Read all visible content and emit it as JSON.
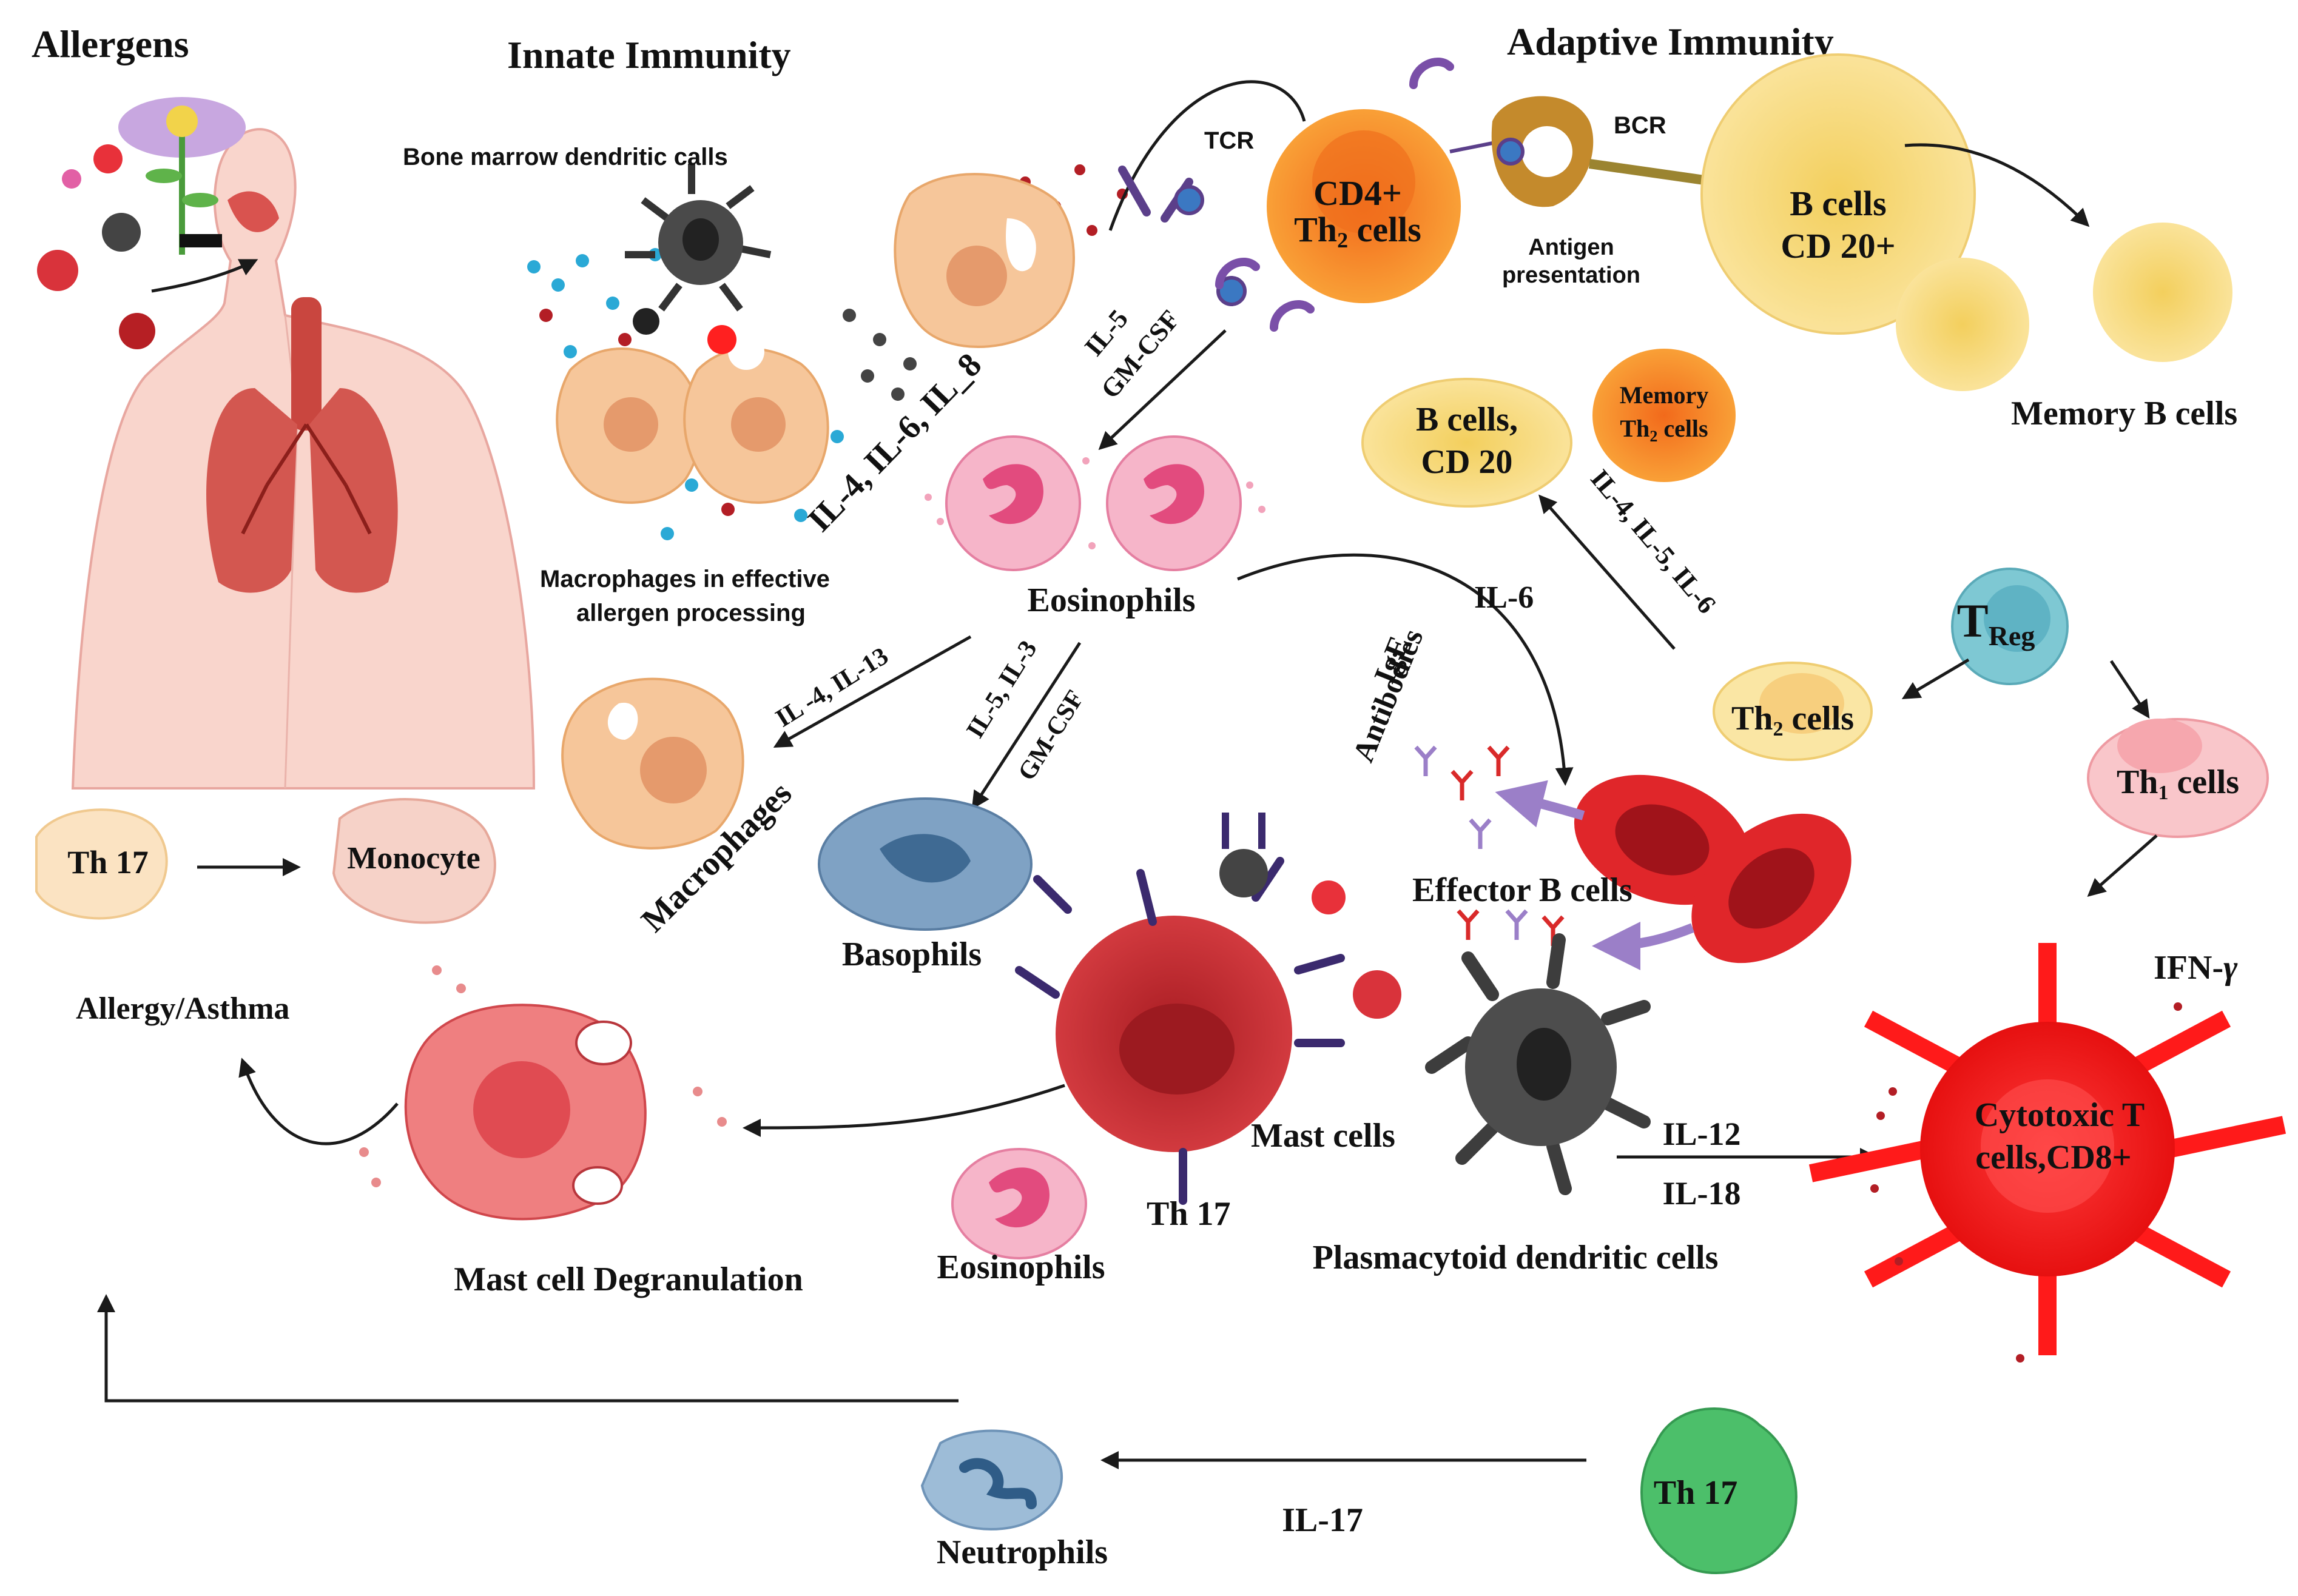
{
  "headings": {
    "allergens": "Allergens",
    "innate": "Innate Immunity",
    "adaptive": "Adaptive Immunity"
  },
  "labels": {
    "bmdc": "Bone marrow dendritic calls",
    "macrophages_processing_1": "Macrophages in effective",
    "macrophages_processing_2": "allergen processing",
    "il4_il6_il8": "IL-4, IL-6, IL_8",
    "tcr": "TCR",
    "cd4_1": "CD4+",
    "cd4_2_main": "Th",
    "cd4_2_sub": "2",
    "cd4_2_tail": " cells",
    "bcr": "BCR",
    "antigen_1": "Antigen",
    "antigen_2": "presentation",
    "bcells20_1": "B cells",
    "bcells20_2": "CD 20+",
    "memory_b": "Memory   B cells",
    "il5_1": "IL-5",
    "il5_2": "GM-CSF",
    "bcells_cd20_1": "B cells,",
    "bcells_cd20_2": "CD 20",
    "memory_th2_1": "Memory",
    "memory_th2_2_main": "Th",
    "memory_th2_2_sub": "2",
    "memory_th2_2_tail": " cells",
    "il456": "IL-4, IL-5, IL-6",
    "eosinophils": "Eosinophils",
    "il6": "IL-6",
    "ige_1": "IgE",
    "ige_2": "Antibodies",
    "treg_main": "T",
    "treg_sub": "Reg",
    "th2_cells_main": "Th",
    "th2_cells_sub": "2",
    "th2_cells_tail": " cells",
    "th1_cells_main": "Th",
    "th1_cells_sub": "1",
    "th1_cells_tail": " cells",
    "il4_il13": "IL -4, IL-13",
    "il5_il3": "IL-5, IL-3",
    "gmcsf": "GM-CSF",
    "th17_left": "Th 17",
    "monocyte": "Monocyte",
    "macrophages": "Macrophages",
    "basophils": "Basophils",
    "effector_b": "Effector B cells",
    "ifn_main": "IFN-",
    "ifn_gamma": "γ",
    "allergy": "Allergy/Asthma",
    "mast_cells": "Mast cells",
    "th17_mid": "Th 17",
    "eosinophils_2": "Eosinophils",
    "il12": "IL-12",
    "il18": "IL-18",
    "cytotoxic_1": "Cytotoxic T",
    "cytotoxic_2": "cells,CD8+",
    "mast_degran": "Mast cell Degranulation",
    "pdc": "Plasmacytoid dendritic cells",
    "il17": "IL-17",
    "th17_green": "Th 17",
    "neutrophils": "Neutrophils"
  },
  "colors": {
    "cd4": "#f7941d",
    "bcell": "#f7d774",
    "macrophage": "#f6c69a",
    "eosinophil": "#f4a3bd",
    "mast": "#c9262c",
    "effector": "#e0262a",
    "cytotoxic": "#ff1a1a",
    "treg": "#7ec8d3",
    "th17_green": "#4cbf6a",
    "basophil": "#7fa2c4",
    "body": "#f9d2c8",
    "lung": "#d9534f"
  }
}
